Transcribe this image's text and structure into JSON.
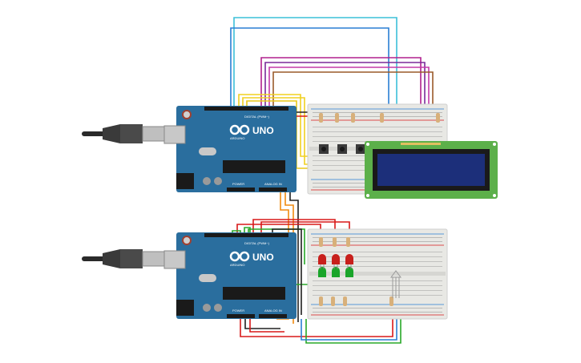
{
  "boards": [
    {
      "logo_text": "UNO",
      "brand_text": "ARDUINO",
      "digital_label": "DIGITAL (PWM~)",
      "power_label": "POWER",
      "analog_label": "ANALOG IN"
    },
    {
      "logo_text": "UNO",
      "brand_text": "ARDUINO",
      "digital_label": "DIGITAL (PWM~)",
      "power_label": "POWER",
      "analog_label": "ANALOG IN"
    }
  ],
  "colors": {
    "board": "#2a6e9e",
    "breadboard": "#e8e8e4",
    "lcd_frame": "#5cb04a",
    "lcd_screen": "#1c2f7a",
    "led_red": "#c8201c",
    "led_green": "#1aa52a",
    "usb": "#3a3a3a",
    "wire_cyan": "#3cc0d8",
    "wire_blue": "#2a7fd4",
    "wire_magenta": "#b0208e",
    "wire_purple": "#7a2a9a",
    "wire_brown": "#9a5a2a",
    "wire_yellow": "#f0d020",
    "wire_orange": "#f08a10",
    "wire_red": "#d81818",
    "wire_green": "#28a828",
    "wire_black": "#202020"
  },
  "icons": [
    "usb-cable-icon",
    "reset-button-icon",
    "power-jack-icon",
    "atmega-chip-icon",
    "infinity-logo-icon"
  ]
}
